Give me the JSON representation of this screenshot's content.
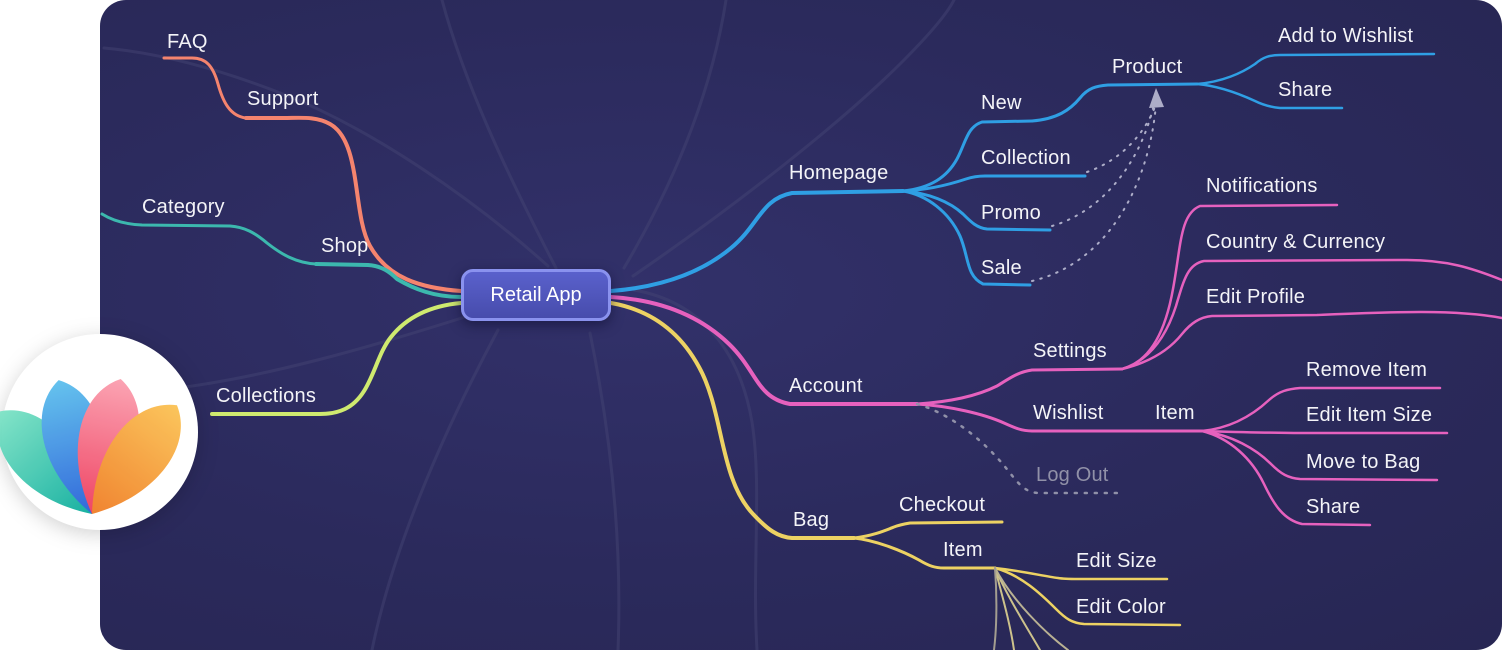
{
  "root": {
    "label": "Retail App"
  },
  "left": {
    "support": {
      "label": "Support",
      "children": {
        "faq": {
          "label": "FAQ"
        }
      }
    },
    "shop": {
      "label": "Shop",
      "children": {
        "category": {
          "label": "Category"
        }
      }
    },
    "collections": {
      "label": "Collections"
    }
  },
  "right": {
    "homepage": {
      "label": "Homepage",
      "children": {
        "new": {
          "label": "New",
          "children": {
            "product": {
              "label": "Product",
              "children": {
                "add_to_wishlist": {
                  "label": "Add to Wishlist"
                },
                "share": {
                  "label": "Share"
                }
              }
            }
          }
        },
        "collection": {
          "label": "Collection"
        },
        "promo": {
          "label": "Promo"
        },
        "sale": {
          "label": "Sale"
        }
      }
    },
    "account": {
      "label": "Account",
      "children": {
        "settings": {
          "label": "Settings",
          "children": {
            "notifications": {
              "label": "Notifications"
            },
            "country_currency": {
              "label": "Country & Currency"
            },
            "edit_profile": {
              "label": "Edit Profile"
            }
          }
        },
        "wishlist": {
          "label": "Wishlist",
          "children": {
            "item": {
              "label": "Item",
              "children": {
                "remove_item": {
                  "label": "Remove Item"
                },
                "edit_item_size": {
                  "label": "Edit Item Size"
                },
                "move_to_bag": {
                  "label": "Move to Bag"
                },
                "share": {
                  "label": "Share"
                }
              }
            }
          }
        },
        "log_out": {
          "label": "Log Out",
          "style": "dimmed"
        }
      }
    },
    "bag": {
      "label": "Bag",
      "children": {
        "checkout": {
          "label": "Checkout"
        },
        "item": {
          "label": "Item",
          "children": {
            "edit_size": {
              "label": "Edit Size"
            },
            "edit_color": {
              "label": "Edit Color"
            }
          }
        }
      }
    }
  },
  "colors": {
    "canvas_background": "#2B2A5C",
    "support": "#F5846E",
    "shop": "#3CB8AE",
    "collections": "#CFEA6F",
    "homepage": "#2F9FE4",
    "account": "#E661BE",
    "bag": "#EDD263",
    "dashed_link": "#ADADC8",
    "dimmed_link": "#9090A8",
    "root_fill": "#5058BE",
    "root_border": "#8A92EE",
    "text": "#F4F4F8"
  }
}
